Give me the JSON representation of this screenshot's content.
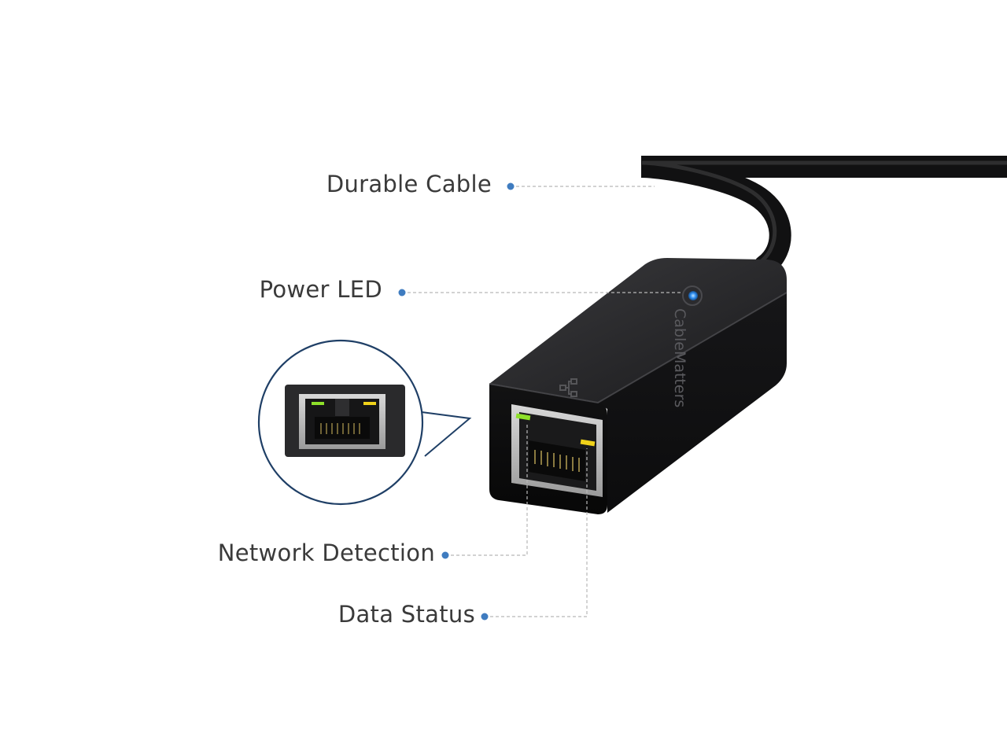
{
  "callouts": {
    "durable_cable": "Durable Cable",
    "power_led": "Power LED",
    "network_detection": "Network Detection",
    "data_status": "Data Status"
  },
  "brand": {
    "logo_text": "CableMatters"
  },
  "colors": {
    "background": "#ffffff",
    "callout_dot": "#3f7cc0",
    "leader_line": "#b8b8b8",
    "label_text": "#3a3a3a",
    "adapter_body": "#1c1c1e",
    "power_led": "#2f8ef0",
    "link_led": "#8ee02a",
    "activity_led": "#f0d21a",
    "inset_ring": "#1f3f66"
  },
  "icons": {
    "port_icon": "network-icon",
    "brand_icon": "cable-matters-logo"
  }
}
